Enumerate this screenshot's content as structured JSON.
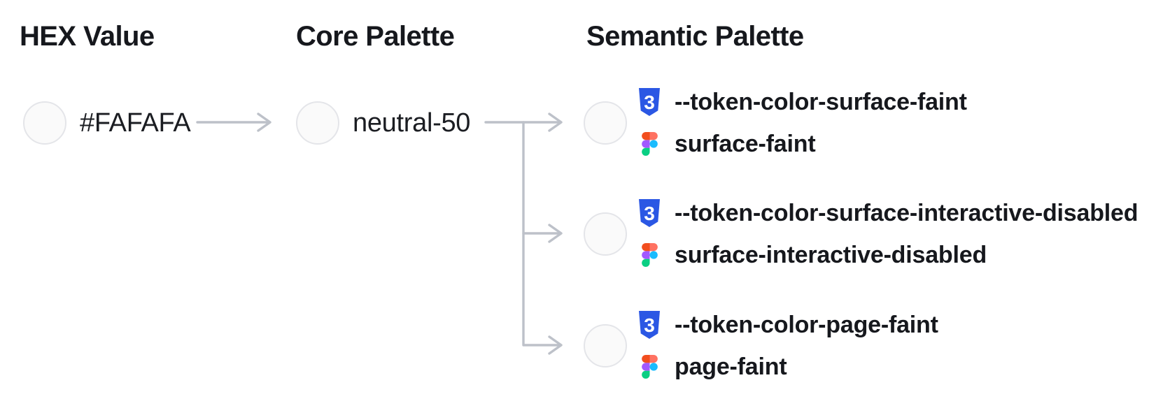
{
  "columns": [
    {
      "header": "HEX Value"
    },
    {
      "header": "Core Palette"
    },
    {
      "header": "Semantic Palette"
    }
  ],
  "hex_node": {
    "label": "#FAFAFA",
    "swatch_color": "#FAFAFA"
  },
  "core_node": {
    "label": "neutral-50",
    "swatch_color": "#FAFAFA"
  },
  "semantic_nodes": [
    {
      "swatch_color": "#FAFAFA",
      "css_variable": "--token-color-surface-faint",
      "figma_token": "surface-faint"
    },
    {
      "swatch_color": "#FAFAFA",
      "css_variable": "--token-color-surface-interactive-disabled",
      "figma_token": "surface-interactive-disabled"
    },
    {
      "swatch_color": "#FAFAFA",
      "css_variable": "--token-color-page-faint",
      "figma_token": "page-faint"
    }
  ],
  "swatch": {
    "fill": "#FAFAFA",
    "border": "#E4E5E9"
  },
  "connector": {
    "color": "#BDC1C9"
  },
  "text": {
    "color": "#16181D"
  },
  "icons": {
    "css": {
      "label": "css3-shield-icon",
      "shield_color": "#2B57E4",
      "glyph": "3",
      "glyph_color": "#FFFFFF"
    },
    "figma": {
      "label": "figma-logo-icon",
      "top_left": "#F24E1E",
      "top_right": "#FF7262",
      "mid_left": "#A259FF",
      "mid_right": "#1ABCFE",
      "bottom_left": "#0ACF83"
    }
  }
}
